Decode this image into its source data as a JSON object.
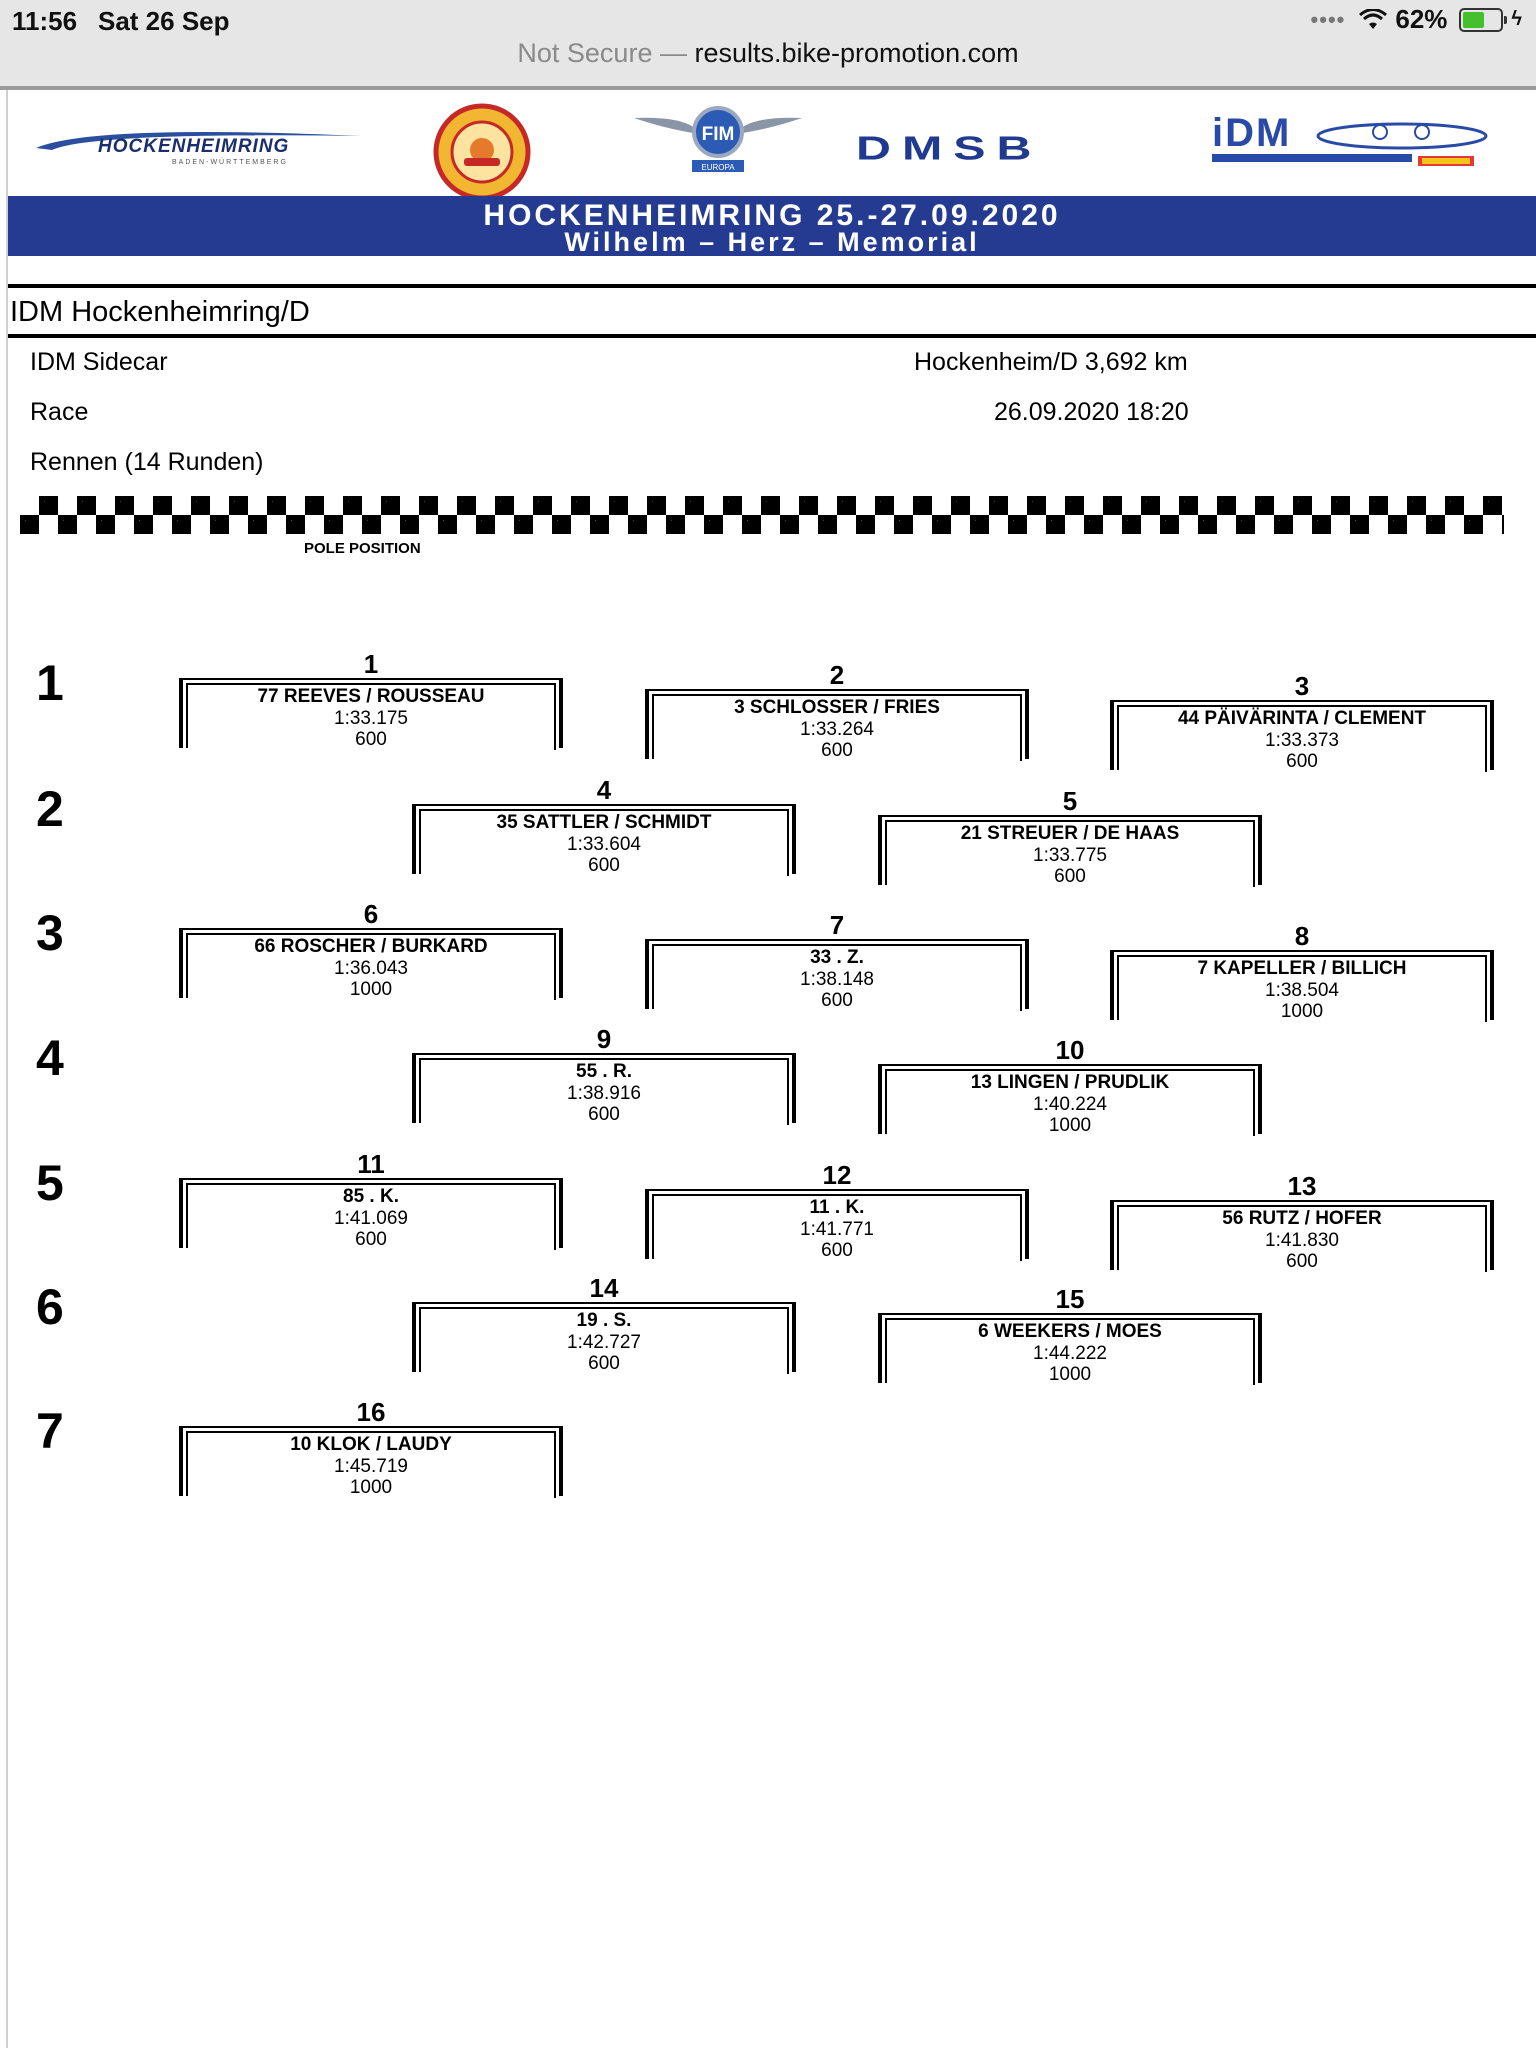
{
  "status_bar": {
    "time": "11:56",
    "date": "Sat 26 Sep",
    "battery": "62%",
    "battery_level": 0.62
  },
  "url_bar": {
    "prefix": "Not Secure —",
    "host": "results.bike-promotion.com"
  },
  "logos": {
    "hockenheimring": "HOCKENHEIMRING",
    "hockenheimring_sub": "BADEN-WÜRTTEMBERG",
    "fim": "FIM",
    "fim_sub": "EUROPA",
    "dmsb": "DMSB",
    "idm": "iDM"
  },
  "banner": {
    "line1": "HOCKENHEIMRING 25.-27.09.2020",
    "line2": "Wilhelm – Herz – Memorial"
  },
  "event": {
    "title": "IDM Hockenheimring/D",
    "class": "IDM Sidecar",
    "venue": "Hockenheim/D 3,692 km",
    "session": "Race",
    "datetime": "26.09.2020 18:20",
    "description": "Rennen (14 Runden)"
  },
  "pole_label": "POLE POSITION",
  "rows": [
    "1",
    "2",
    "3",
    "4",
    "5",
    "6",
    "7"
  ],
  "grid": [
    {
      "pos": "1",
      "name": "77  REEVES / ROUSSEAU",
      "time": "1:33.175",
      "cc": "600"
    },
    {
      "pos": "2",
      "name": "3  SCHLOSSER / FRIES",
      "time": "1:33.264",
      "cc": "600"
    },
    {
      "pos": "3",
      "name": "44  PÄIVÄRINTA / CLEMENT",
      "time": "1:33.373",
      "cc": "600"
    },
    {
      "pos": "4",
      "name": "35  SATTLER / SCHMIDT",
      "time": "1:33.604",
      "cc": "600"
    },
    {
      "pos": "5",
      "name": "21  STREUER / DE HAAS",
      "time": "1:33.775",
      "cc": "600"
    },
    {
      "pos": "6",
      "name": "66  ROSCHER / BURKARD",
      "time": "1:36.043",
      "cc": "1000"
    },
    {
      "pos": "7",
      "name": "33 . Z.",
      "time": "1:38.148",
      "cc": "600"
    },
    {
      "pos": "8",
      "name": "7  KAPELLER / BILLICH",
      "time": "1:38.504",
      "cc": "1000"
    },
    {
      "pos": "9",
      "name": "55 . R.",
      "time": "1:38.916",
      "cc": "600"
    },
    {
      "pos": "10",
      "name": "13  LINGEN / PRUDLIK",
      "time": "1:40.224",
      "cc": "1000"
    },
    {
      "pos": "11",
      "name": "85 . K.",
      "time": "1:41.069",
      "cc": "600"
    },
    {
      "pos": "12",
      "name": "11 . K.",
      "time": "1:41.771",
      "cc": "600"
    },
    {
      "pos": "13",
      "name": "56  RUTZ / HOFER",
      "time": "1:41.830",
      "cc": "600"
    },
    {
      "pos": "14",
      "name": "19 . S.",
      "time": "1:42.727",
      "cc": "600"
    },
    {
      "pos": "15",
      "name": "6  WEEKERS / MOES",
      "time": "1:44.222",
      "cc": "1000"
    },
    {
      "pos": "16",
      "name": "10  KLOK / LAUDY",
      "time": "1:45.719",
      "cc": "1000"
    }
  ],
  "colors": {
    "banner_blue": "#253b91",
    "battery_green": "#43c02b",
    "dmsb_blue": "#1f3a8f",
    "idm_blue": "#2a4aa8",
    "circuit_blue": "#2b4f9e"
  }
}
